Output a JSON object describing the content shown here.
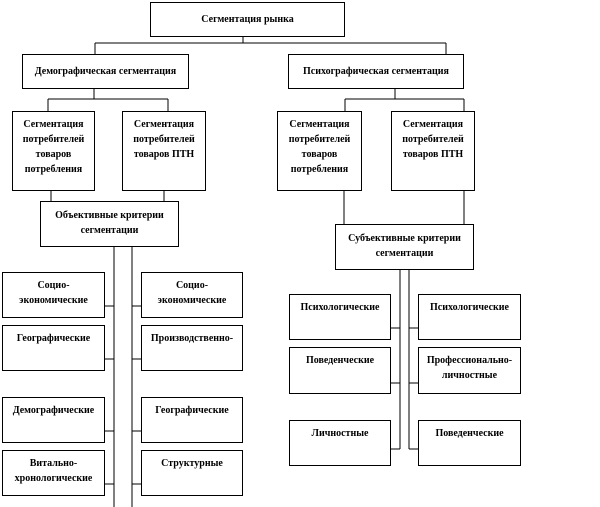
{
  "root": "Сегментация рынка",
  "demo": "Демографическая сегментация",
  "psycho": "Психографическая сегментация",
  "l1": "Сегментация потребителей товаров потребления",
  "l2": "Сегментация потребителей товаров ПТН",
  "r1": "Сегментация потребителей товаров потребления",
  "r2": "Сегментация потребителей товаров ПТН",
  "objective": "Объективные критерии сегментации",
  "subjective": "Субъективные критерии сегментации",
  "obj_left": [
    "Социо-экономические",
    "Географические",
    "Демографические",
    "Витально-хронологические"
  ],
  "obj_right": [
    "Социо-экономические",
    "Производственно-",
    "Географические",
    "Структурные"
  ],
  "subj_left": [
    "Психологические",
    "Поведенческие",
    "Личностные"
  ],
  "subj_right": [
    "Психологические",
    "Профессионально-личностные",
    "Поведенческие"
  ]
}
